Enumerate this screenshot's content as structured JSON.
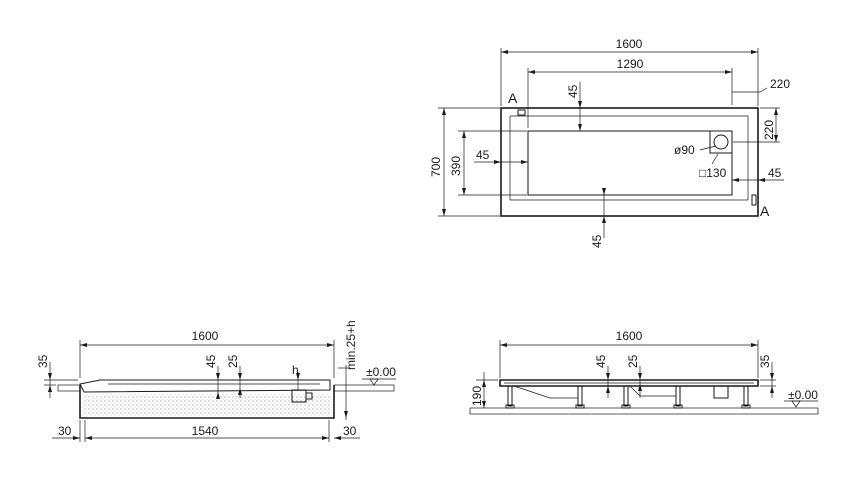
{
  "top_view": {
    "total_length": "1600",
    "inner_length": "1290",
    "right_offset": "220",
    "top_margin": "45",
    "total_width": "700",
    "inner_width": "390",
    "left_margin": "45",
    "drain_offset_v": "220",
    "drain_diameter": "ø90",
    "drain_box": "□130",
    "right_margin": "45",
    "bottom_margin": "45",
    "section_mark_tl": "A",
    "section_mark_br": "A"
  },
  "section_view": {
    "total_length": "1600",
    "inner_length": "1540",
    "rim_height": "35",
    "depth_a": "45",
    "depth_b": "25",
    "h_label": "h",
    "min_label": "min.25+h",
    "level": "±0.00",
    "left_gap": "30",
    "right_gap": "30"
  },
  "side_view": {
    "total_length": "1600",
    "depth_a": "45",
    "depth_b": "25",
    "rim_height": "35",
    "leg_height": "190",
    "level": "±0.00"
  }
}
